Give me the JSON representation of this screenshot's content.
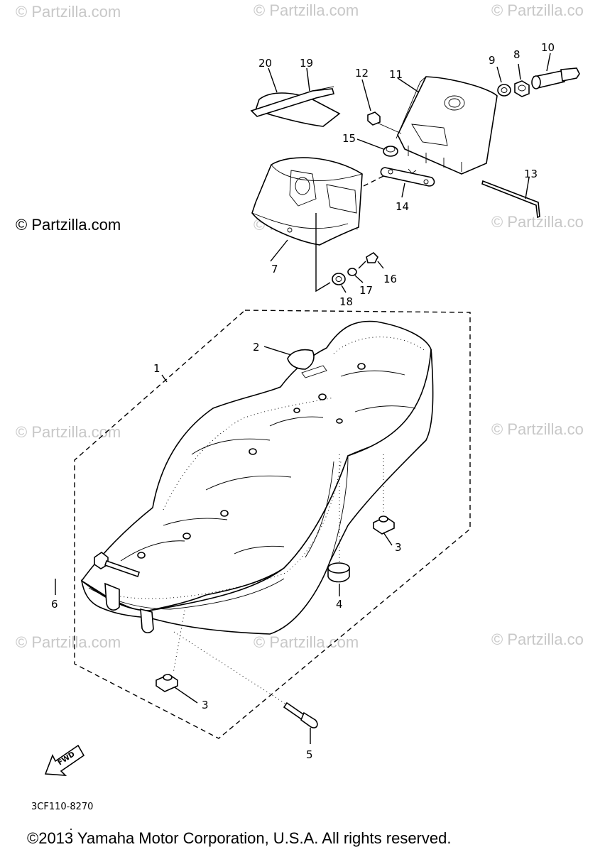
{
  "watermarks": {
    "site": "© Partzilla.com",
    "site_cut": "© Partzilla.co",
    "site_plain": "© Partzilla.com"
  },
  "callouts": {
    "p1": "1",
    "p2": "2",
    "p3a": "3",
    "p3b": "3",
    "p4": "4",
    "p5": "5",
    "p6": "6",
    "p7": "7",
    "p8": "8",
    "p9": "9",
    "p10": "10",
    "p11": "11",
    "p12": "12",
    "p13": "13",
    "p14": "14",
    "p15": "15",
    "p16": "16",
    "p17": "17",
    "p18": "18",
    "p19": "19",
    "p20": "20"
  },
  "fwd_label": "FWD",
  "diagram_code": "3CF110-8270",
  "copyright": "©2013 Yamaha Motor Corporation, U.S.A. All rights reserved."
}
